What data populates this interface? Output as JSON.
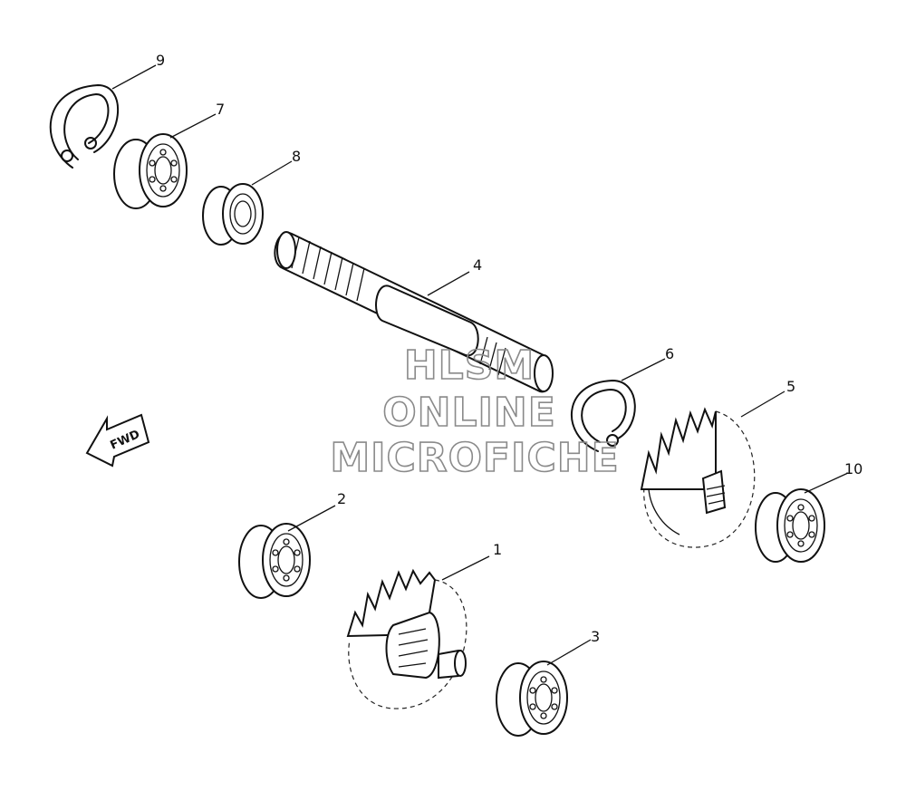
{
  "part_labels": [
    "1",
    "2",
    "3",
    "4",
    "5",
    "6",
    "7",
    "8",
    "9",
    "10"
  ],
  "direction_arrow": "FWD",
  "watermark": [
    "HLSM",
    "ONLINE",
    "MICROFICHE"
  ]
}
